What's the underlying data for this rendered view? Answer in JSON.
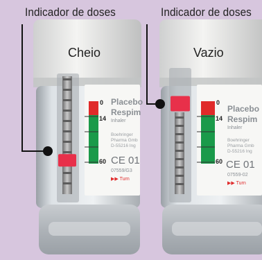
{
  "left": {
    "caption": "Indicador de doses",
    "state": "Cheio",
    "label": {
      "title1": "Placebo",
      "title2": "Respim",
      "sub": "Inhaler",
      "maker1": "Boehringer",
      "maker2": "Pharma Gmb",
      "code": "D-55216 Ing",
      "mark": "CE 01",
      "lot": "07559/G3",
      "brand": "▶▶ Turn"
    },
    "scale": [
      "0",
      "14",
      "60"
    ],
    "indicator_level": 0.72
  },
  "right": {
    "caption": "Indicador de doses",
    "state": "Vazio",
    "label": {
      "title1": "Placebo",
      "title2": "Respim",
      "sub": "Inhaler",
      "maker1": "Boehringer",
      "maker2": "Pharma Gmb",
      "code": "D-55216 Ing",
      "mark": "CE 01",
      "lot": "07559-02",
      "brand": "▶▶ Turn"
    },
    "scale": [
      "0",
      "14",
      "60"
    ],
    "indicator_level": 0.05
  },
  "colors": {
    "background": "#d7c6de",
    "indicator": "#e8304a",
    "gauge_red": "#e02a2a",
    "gauge_green": "#1a9a4a",
    "callout_line": "#111111"
  }
}
